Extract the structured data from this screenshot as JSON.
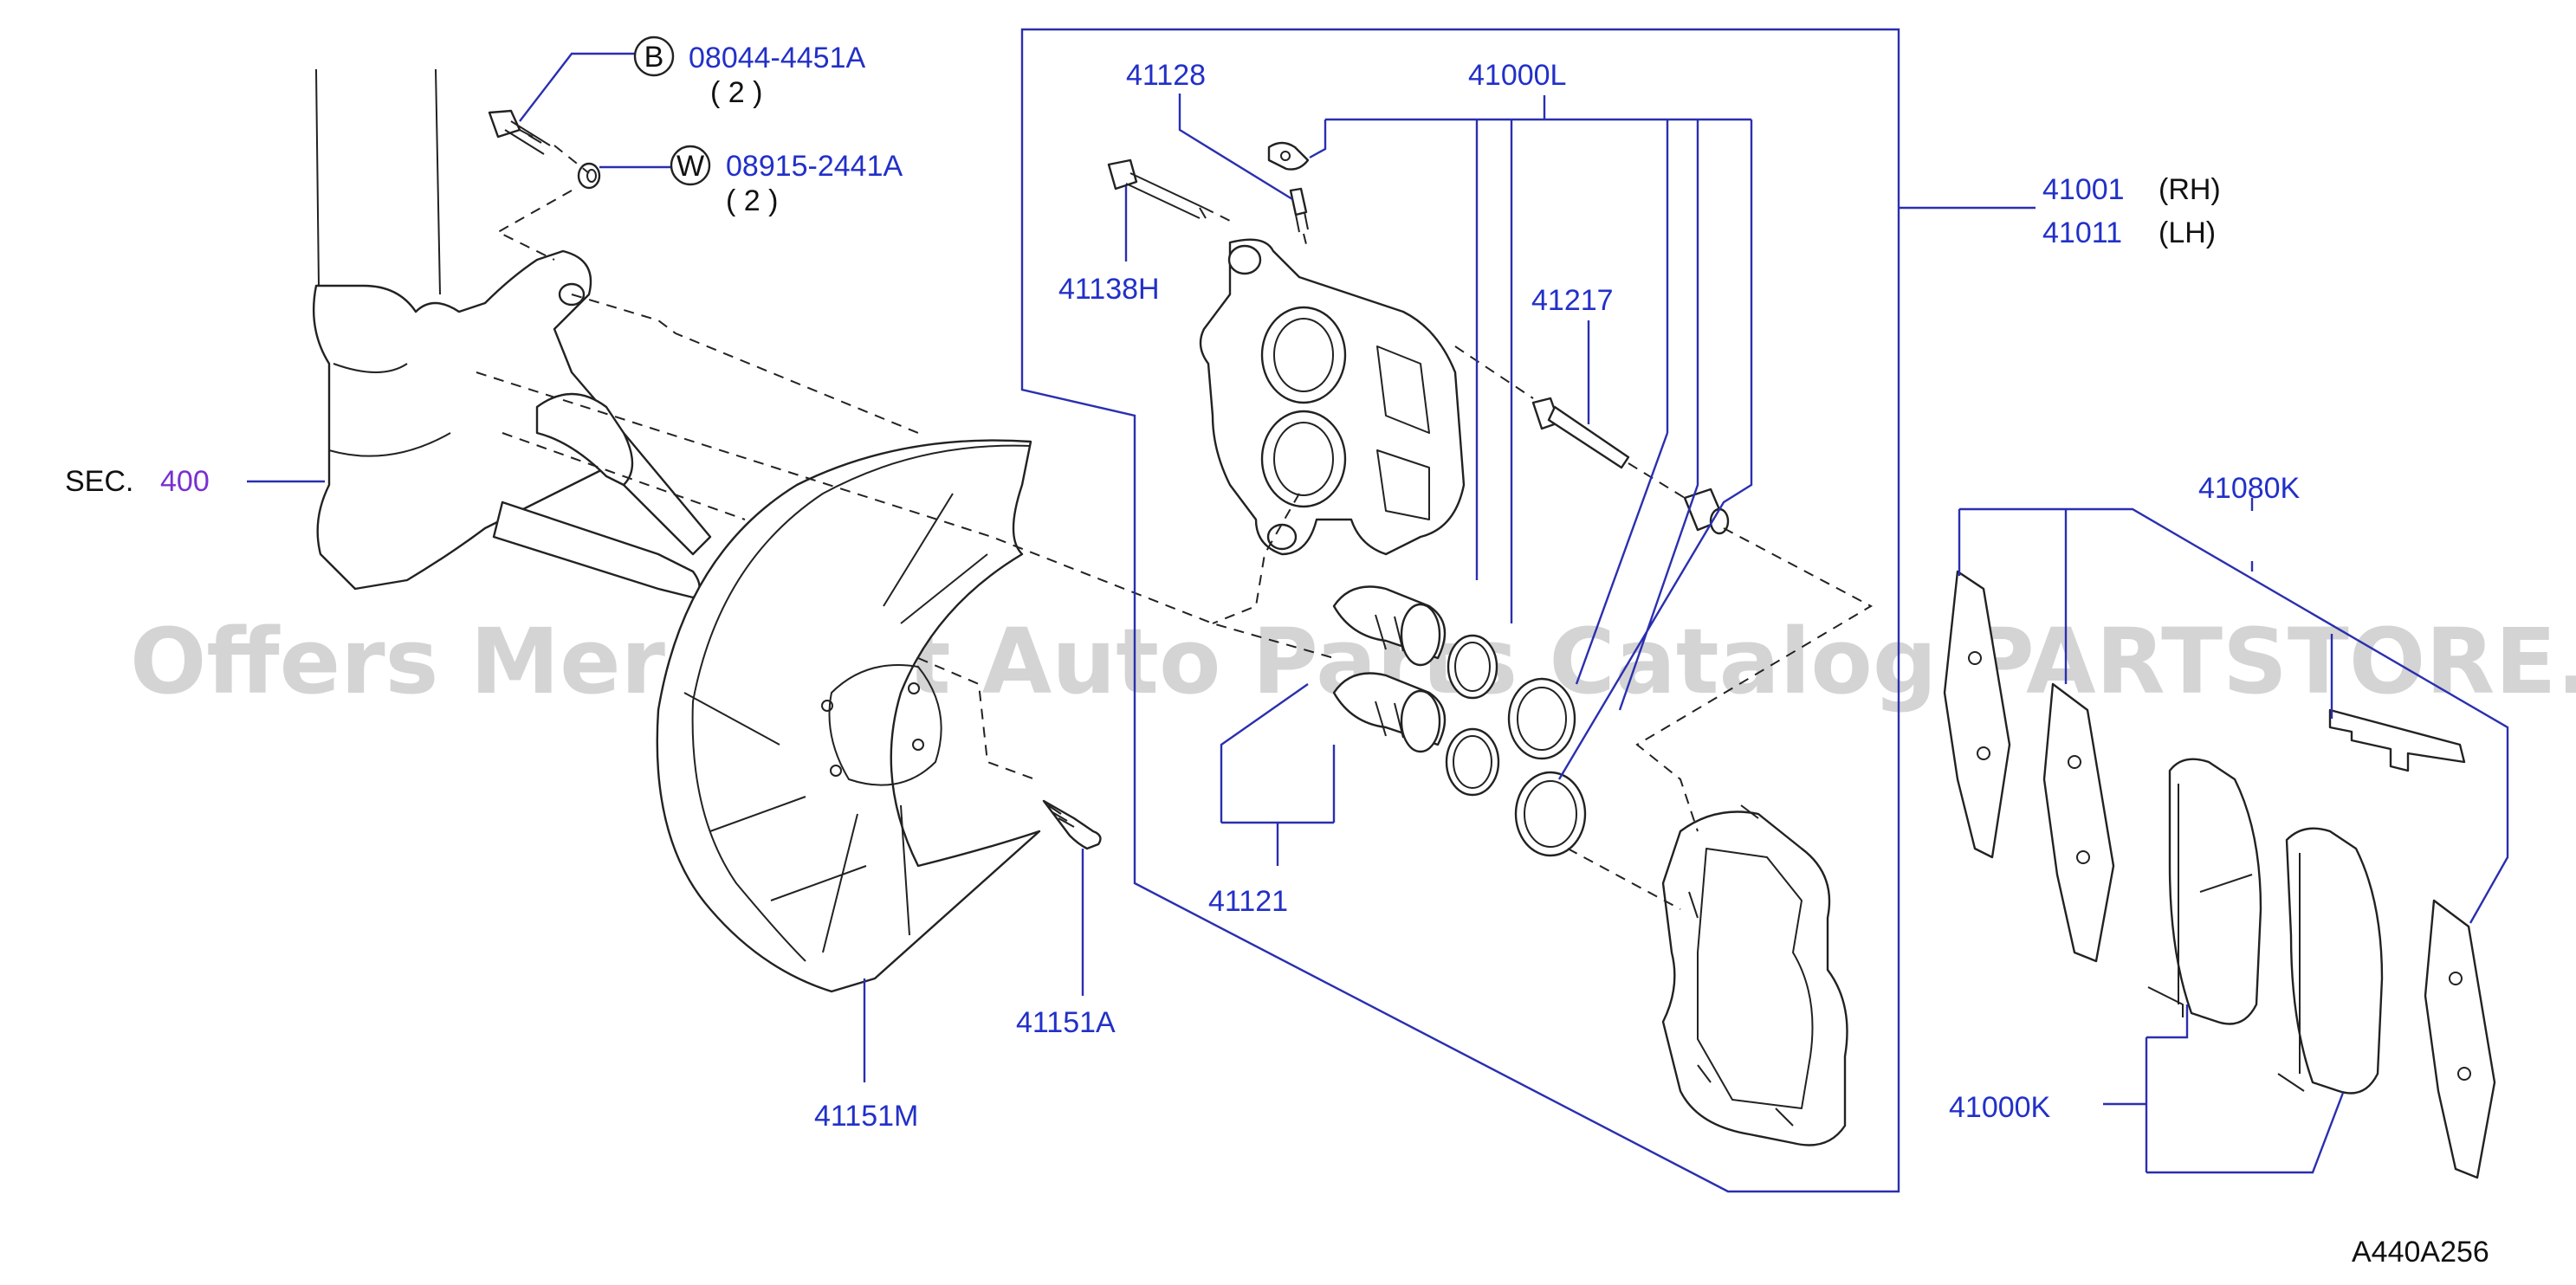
{
  "watermark": "Offers Merchant Auto Parts Catalog PARTSTORE.SA",
  "diagram_id": "A440A256",
  "section": {
    "prefix": "SEC.",
    "number": "400"
  },
  "bolt_b": {
    "badge": "B",
    "part_no": "08044-4451A",
    "qty": "( 2 )"
  },
  "washer_w": {
    "badge": "W",
    "part_no": "08915-2441A",
    "qty": "( 2 )"
  },
  "labels": {
    "p41128": "41128",
    "p41000L": "41000L",
    "p41138H": "41138H",
    "p41217": "41217",
    "p41001": "41001",
    "rh": "(RH)",
    "p41011": "41011",
    "lh": "(LH)",
    "p41080K": "41080K",
    "p41121": "41121",
    "p41151A": "41151A",
    "p41151M": "41151M",
    "p41000K": "41000K"
  },
  "colors": {
    "label": "#2230c8",
    "section": "#7a2fd0",
    "lines": "#2a2fb0"
  }
}
